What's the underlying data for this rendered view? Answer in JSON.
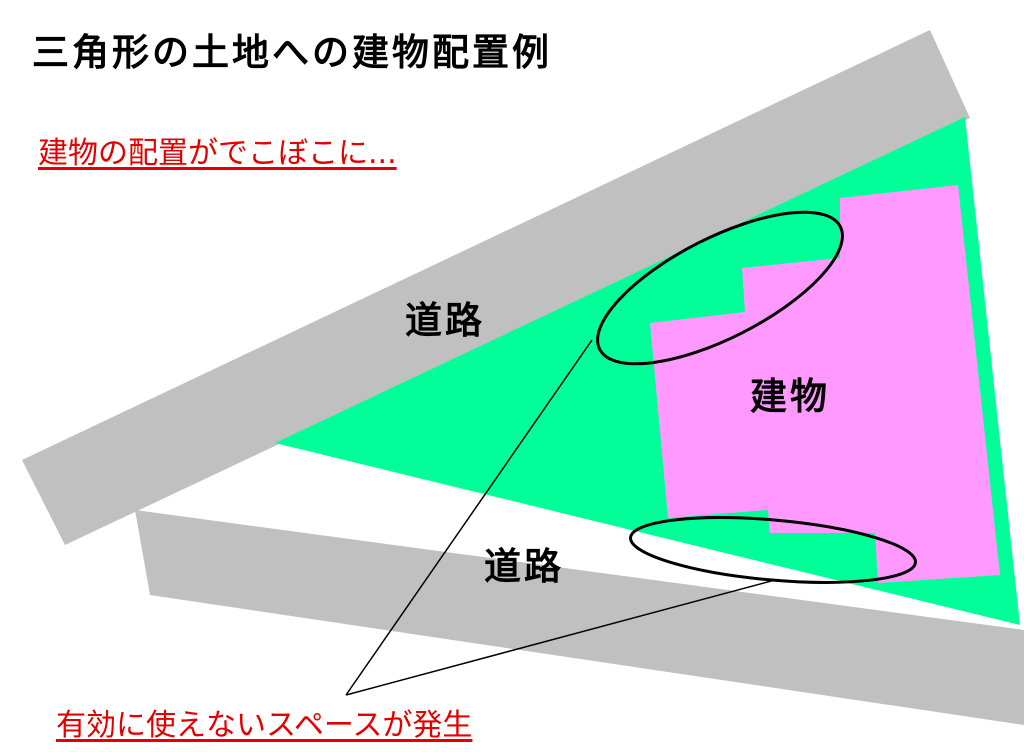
{
  "title": "三角形の土地への建物配置例",
  "subtitle": "建物の配置がでこぼこに...",
  "labels": {
    "road_top": "道路",
    "road_bottom": "道路",
    "building": "建物"
  },
  "bottom_note": "有効に使えないスペースが発生",
  "colors": {
    "road": "#c0c0c0",
    "land": "#00ff99",
    "building": "#ff99ff",
    "note": "#e30000",
    "outline": "#000000"
  }
}
